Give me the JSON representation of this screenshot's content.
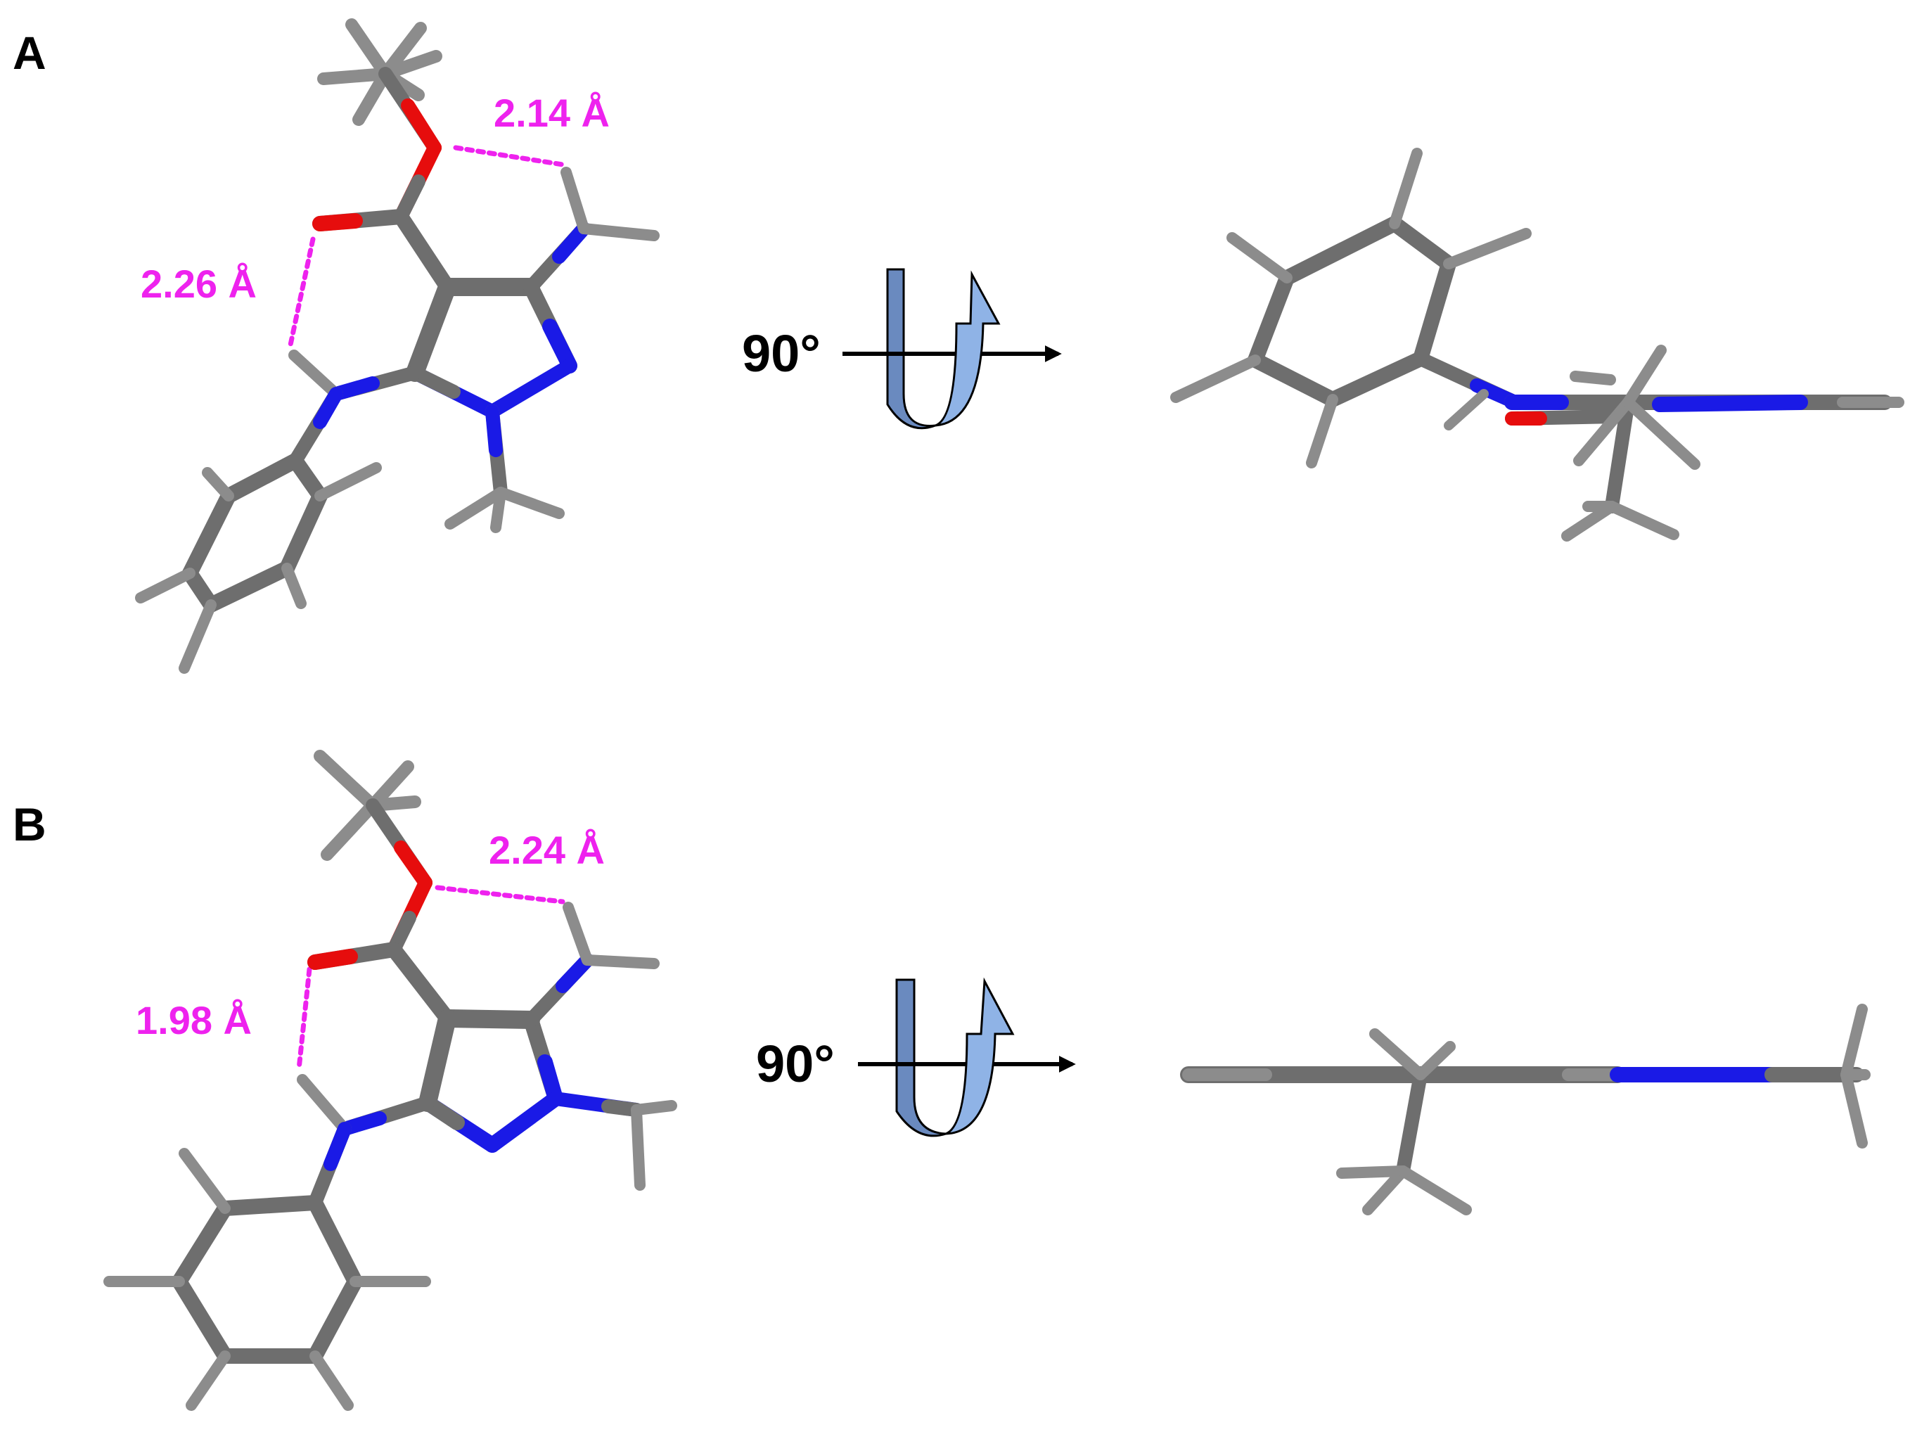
{
  "panels": [
    {
      "letter": "A",
      "distances": [
        "2.14 Å",
        "2.26 Å"
      ],
      "rotation_label": "90°"
    },
    {
      "letter": "B",
      "distances": [
        "2.24 Å",
        "1.98 Å"
      ],
      "rotation_label": "90°"
    }
  ],
  "colors": {
    "carbon": "#6e6e6e",
    "hydrogen": "#8c8c8c",
    "nitrogen": "#1a1ae6",
    "oxygen": "#e60d0d",
    "hbond": "#ee22ee",
    "rotation_arrow_dark": "#6a8abf",
    "rotation_arrow_light": "#8fb3e6",
    "axis_arrow": "#000000"
  }
}
